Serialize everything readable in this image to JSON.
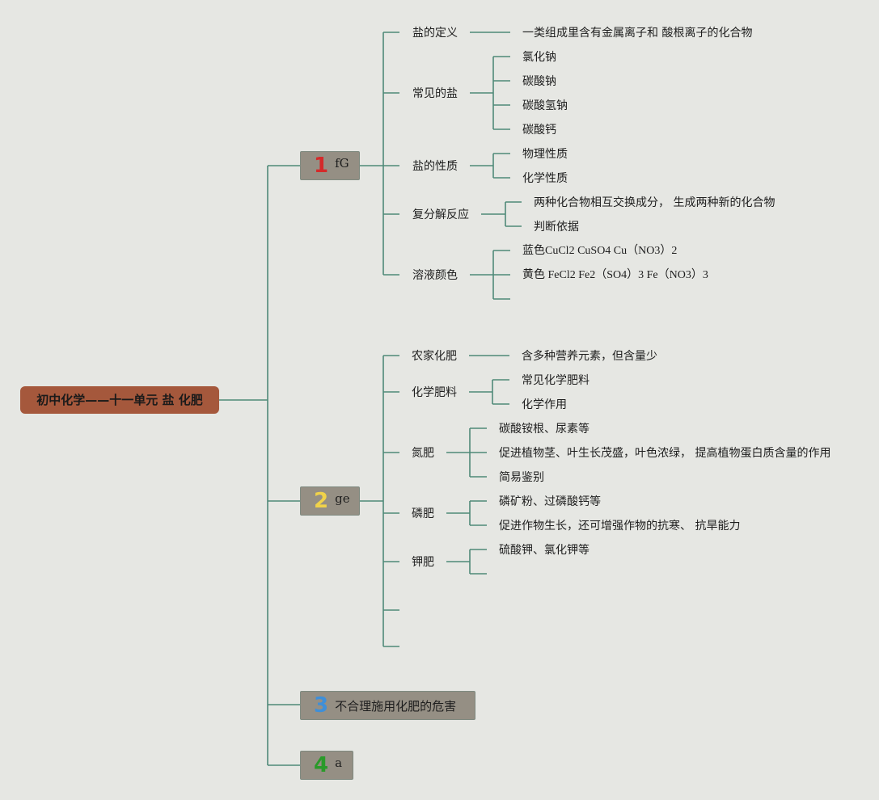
{
  "root": {
    "label": "初中化学——十一单元 盐 化肥"
  },
  "colors": {
    "root_bg": "#a5583c",
    "branch_bg": "#958f84",
    "line": "#4f8a78",
    "num1": "#d42a2a",
    "num2": "#f0d24a",
    "num3": "#3f8fd8",
    "num4": "#2a9a2a"
  },
  "branches": [
    {
      "num": "1",
      "label": "fG"
    },
    {
      "num": "2",
      "label": "ge"
    },
    {
      "num": "3",
      "label": "不合理施用化肥的危害"
    },
    {
      "num": "4",
      "label": "a"
    }
  ],
  "b1": {
    "topics": [
      "盐的定义",
      "常见的盐",
      "盐的性质",
      "复分解反应",
      "溶液颜色"
    ],
    "def_detail": "一类组成里含有金属离子和 酸根离子的化合物",
    "common_salts": [
      "氯化钠",
      "碳酸钠",
      "碳酸氢钠",
      "碳酸钙"
    ],
    "properties": [
      "物理性质",
      "化学性质"
    ],
    "double_decomp": [
      "两种化合物相互交换成分， 生成两种新的化合物",
      "判断依据"
    ],
    "colors": [
      "蓝色CuCl2 CuSO4 Cu（NO3）2",
      "黄色 FeCl2 Fe2（SO4）3 Fe（NO3）3"
    ]
  },
  "b2": {
    "topics": [
      "农家化肥",
      "化学肥料",
      "氮肥",
      "磷肥",
      "钾肥"
    ],
    "farm_detail": "含多种营养元素，但含量少",
    "chem_fert": [
      "常见化学肥料",
      "化学作用"
    ],
    "nitrogen": [
      "碳酸铵根、尿素等",
      "促进植物茎、叶生长茂盛，叶色浓绿， 提高植物蛋白质含量的作用",
      "简易鉴别"
    ],
    "phosphorus": [
      "磷矿粉、过磷酸钙等",
      "促进作物生长，还可增强作物的抗寒、 抗旱能力"
    ],
    "potassium": [
      "硫酸钾、氯化钾等"
    ]
  }
}
